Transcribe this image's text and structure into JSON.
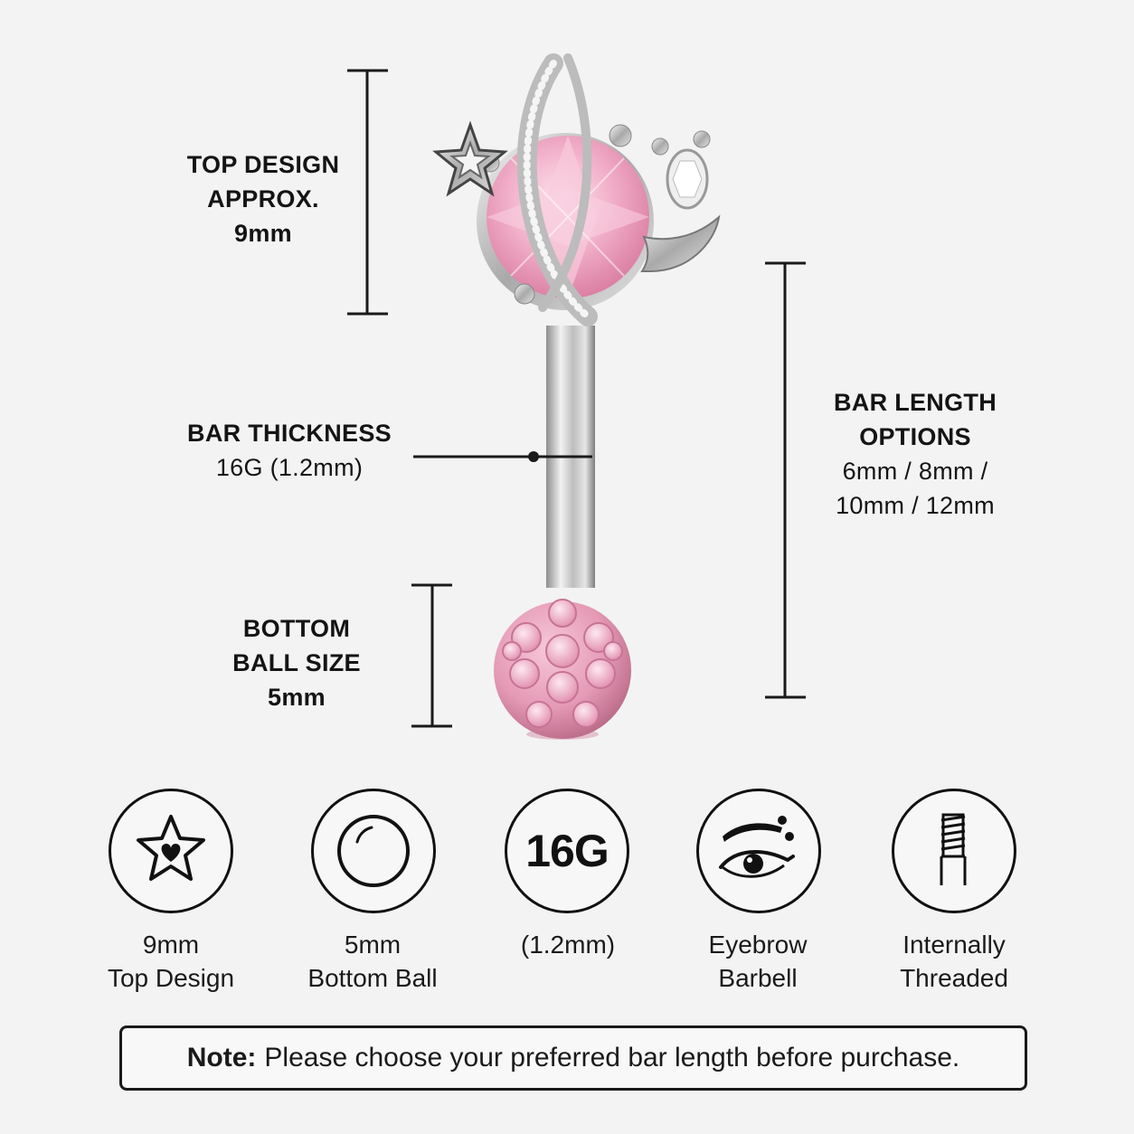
{
  "measurements": {
    "top_design": {
      "lines": [
        "TOP DESIGN",
        "APPROX.",
        "9mm"
      ]
    },
    "bar_thickness": {
      "lines": [
        "BAR THICKNESS",
        "16G (1.2mm)"
      ]
    },
    "bottom_ball": {
      "lines": [
        "BOTTOM",
        "BALL SIZE",
        "5mm"
      ]
    },
    "bar_length": {
      "lines": [
        "BAR LENGTH",
        "OPTIONS",
        "6mm / 8mm /",
        "10mm / 12mm"
      ]
    }
  },
  "features": [
    {
      "icon": "star-heart-icon",
      "lines": [
        "9mm",
        "Top Design"
      ]
    },
    {
      "icon": "ball-icon",
      "lines": [
        "5mm",
        "Bottom Ball"
      ]
    },
    {
      "icon": "gauge-icon",
      "icon_text": "16G",
      "lines": [
        "(1.2mm)"
      ]
    },
    {
      "icon": "eyebrow-icon",
      "lines": [
        "Eyebrow",
        "Barbell"
      ]
    },
    {
      "icon": "thread-icon",
      "lines": [
        "Internally",
        "Threaded"
      ]
    }
  ],
  "note": {
    "prefix": "Note:",
    "text": "Please choose your preferred bar length before purchase."
  },
  "colors": {
    "pink_gem": "#f1a9c4",
    "pink_ball": "#e79bb4",
    "silver": "#c9c9c9",
    "ink": "#141414"
  }
}
